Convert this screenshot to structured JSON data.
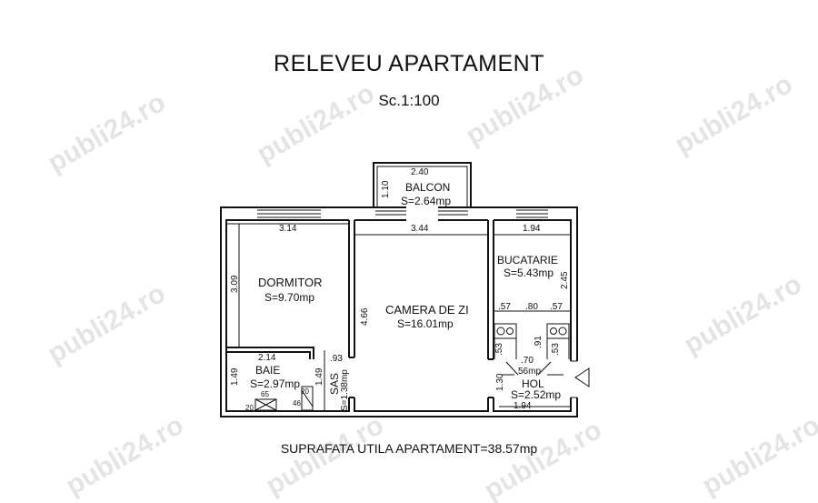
{
  "title": "RELEVEU APARTAMENT",
  "scale": "Sc.1:100",
  "total_area": "SUPRAFATA UTILA APARTAMENT=38.57mp",
  "watermark": "publi24.ro",
  "rooms": {
    "balcon": {
      "name": "BALCON",
      "area": "S=2.64mp"
    },
    "dormitor": {
      "name": "DORMITOR",
      "area": "S=9.70mp"
    },
    "camera": {
      "name": "CAMERA DE ZI",
      "area": "S=16.01mp"
    },
    "bucatarie": {
      "name": "BUCATARIE",
      "area": "S=5.43mp"
    },
    "baie": {
      "name": "BAIE",
      "area": "S=2.97mp"
    },
    "sas": {
      "name": "SAS",
      "area": "S=1.38mp"
    },
    "hol": {
      "name": "HOL",
      "area": "S=2.52mp"
    },
    "hol_partial": "56mp"
  },
  "dimensions": {
    "balcon_w": "2.40",
    "balcon_h": "1.10",
    "dormitor_w": "3.14",
    "dormitor_h": "3.09",
    "camera_w": "3.44",
    "camera_h": "4.66",
    "bucatarie_w": "1.94",
    "bucatarie_h": "2.45",
    "k1": ".57",
    "k2": ".80",
    "k3": ".57",
    "baie_w": "2.14",
    "baie_h": "1.49",
    "sas_w": ".93",
    "sas_h": "1.49",
    "hol_w": "1.94",
    "hol_h": "1.30",
    "d53a": ".53",
    "d53b": ".53",
    "d91": ".91",
    "d70": ".70",
    "f65": "65",
    "f20a": "20",
    "f20b": "20",
    "f46": "46"
  }
}
